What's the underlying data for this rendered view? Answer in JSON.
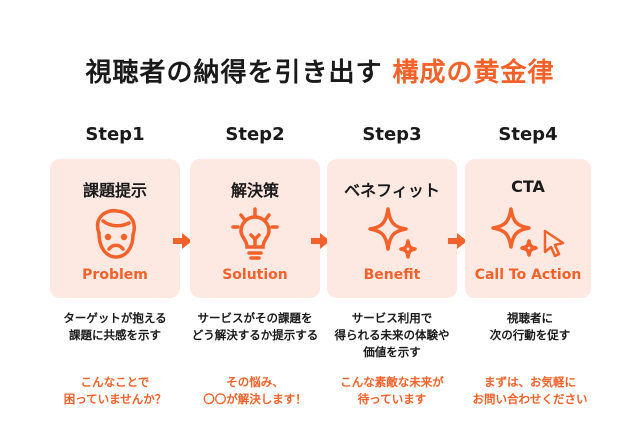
{
  "title": {
    "main": "視聴者の納得を引き出す",
    "accent": "構成の黄金律"
  },
  "steps": [
    {
      "step": "Step1",
      "heading": "課題提示",
      "en": "Problem",
      "icon": "worried-face-icon",
      "desc1": "ターゲットが抱える",
      "desc2": "課題に共感を示す",
      "desc3": "",
      "cta1": "こんなことで",
      "cta2": "困っていませんか？"
    },
    {
      "step": "Step2",
      "heading": "解決策",
      "en": "Solution",
      "icon": "lightbulb-icon",
      "desc1": "サービスがその課題を",
      "desc2": "どう解決するか提示する",
      "desc3": "",
      "cta1": "その悩み、",
      "cta2": "〇〇が解決します！"
    },
    {
      "step": "Step3",
      "heading": "ベネフィット",
      "en": "Benefit",
      "icon": "sparkle-icon",
      "desc1": "サービス利用で",
      "desc2": "得られる未来の体験や",
      "desc3": "価値を示す",
      "cta1": "こんな素敵な未来が",
      "cta2": "待っています"
    },
    {
      "step": "Step4",
      "heading": "CTA",
      "en": "Call To Action",
      "icon": "sparkle-cursor-icon",
      "desc1": "視聴者に",
      "desc2": "次の行動を促す",
      "desc3": "",
      "cta1": "まずは、お気軽に",
      "cta2": "お問い合わせください"
    }
  ],
  "colors": {
    "accent": "#f2622a",
    "card": "#fde8e2"
  }
}
